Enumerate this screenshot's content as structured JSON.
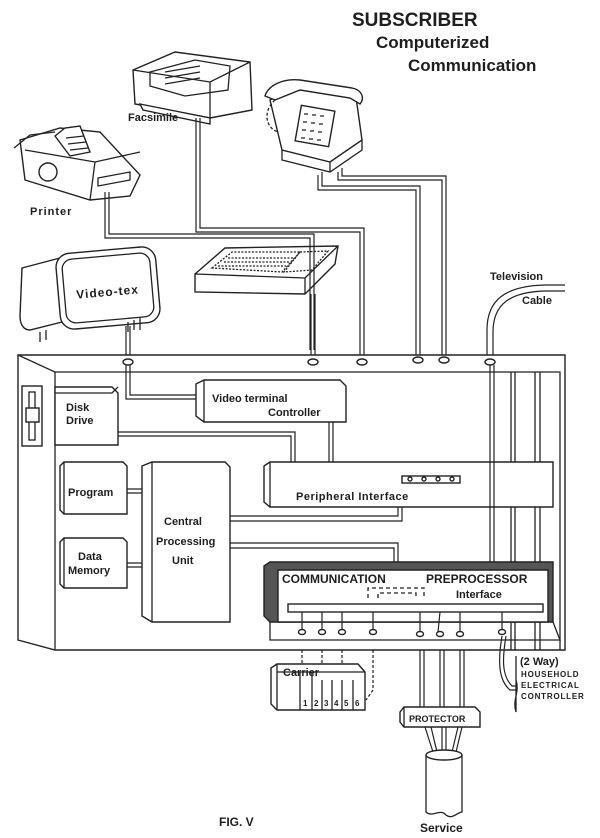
{
  "title": {
    "line1": "SUBSCRIBER",
    "line2": "Computerized",
    "line3": "Communication"
  },
  "devices": {
    "facsimile": "Facsimile",
    "printer": "Printer",
    "videotex": "Video-tex",
    "television_line1": "Television",
    "television_line2": "Cable"
  },
  "modules": {
    "disk_line1": "Disk",
    "disk_line2": "Drive",
    "video_ctrl_line1": "Video terminal",
    "video_ctrl_line2": "Controller",
    "program": "Program",
    "data_line1": "Data",
    "data_line2": "Memory",
    "cpu_line1": "Central",
    "cpu_line2": "Processing",
    "cpu_line3": "Unit",
    "peripheral": "Peripheral  Interface",
    "comm_left": "COMMUNICATION",
    "comm_right": "PREPROCESSOR",
    "comm_sub": "Interface"
  },
  "external": {
    "carrier": "Carrier",
    "carrier_slots": [
      "1",
      "2",
      "3",
      "4",
      "5",
      "6"
    ],
    "protector": "PROTECTOR",
    "service": "Service",
    "two_way": "(2 Way)",
    "household1": "HOUSEHOLD",
    "household2": "ELECTRICAL",
    "household3": "CONTROLLER"
  },
  "caption": "FIG. V"
}
